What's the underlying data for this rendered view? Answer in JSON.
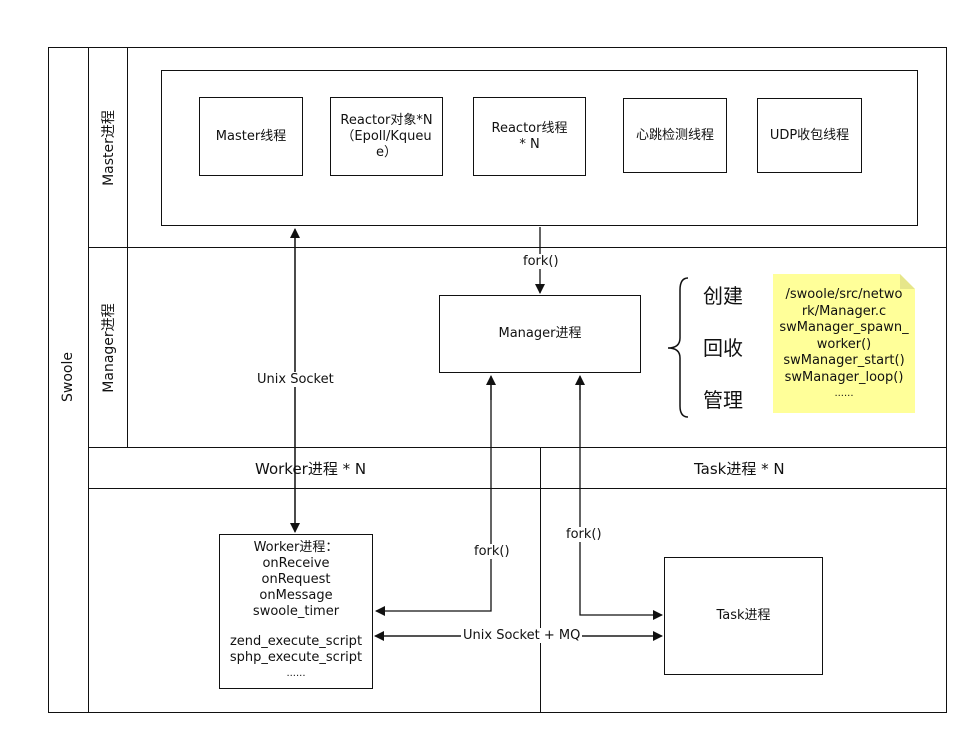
{
  "outer": {
    "label": "Swoole"
  },
  "master": {
    "label": "Master进程",
    "threads": [
      {
        "label": "Master线程"
      },
      {
        "label": "Reactor对象*N（Epoll/Kqueue）",
        "lines": [
          "Reactor对象*N",
          "（Epoll/Kqueu",
          "e）"
        ]
      },
      {
        "label": "Reactor线程 * N",
        "lines": [
          "Reactor线程",
          "* N"
        ]
      },
      {
        "label": "心跳检测线程"
      },
      {
        "label": "UDP收包线程"
      }
    ]
  },
  "manager": {
    "label": "Manager进程",
    "box_label": "Manager进程",
    "roles": [
      "创建",
      "回收",
      "管理"
    ],
    "note_lines": [
      "/swoole/src/netwo",
      "rk/Manager.c",
      "swManager_spawn_",
      "worker()",
      "swManager_start()",
      "swManager_loop()",
      "......"
    ]
  },
  "worker_section": {
    "header": "Worker进程 * N"
  },
  "task_section": {
    "header": "Task进程 * N"
  },
  "worker_box": {
    "lines": [
      "Worker进程：",
      "onReceive",
      "onRequest",
      "onMessage",
      "swoole_timer",
      "",
      "zend_execute_script",
      "sphp_execute_script",
      "......"
    ]
  },
  "task_box": {
    "label": "Task进程"
  },
  "edges": {
    "fork_master_manager": "fork()",
    "unix_socket": "Unix Socket",
    "fork_worker": "fork()",
    "fork_task": "fork()",
    "unix_socket_mq": "Unix Socket + MQ"
  }
}
